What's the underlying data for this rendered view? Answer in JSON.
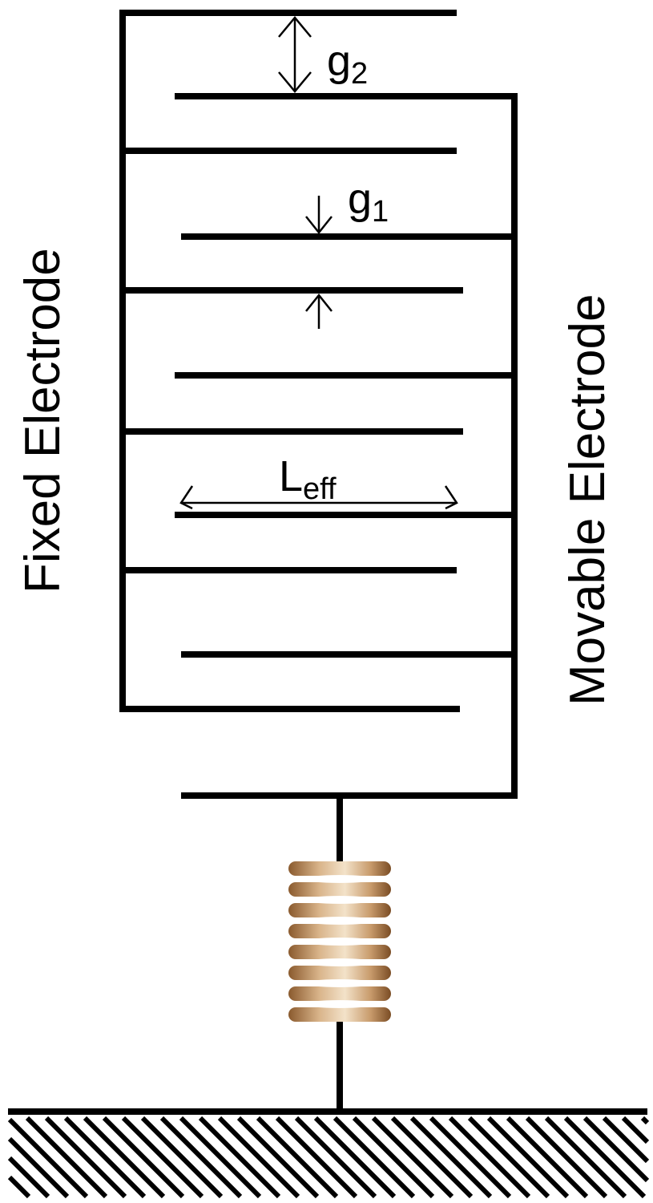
{
  "labels": {
    "fixed_electrode": "Fixed Electrode",
    "movable_electrode": "Movable Electrode",
    "gap2_base": "g",
    "gap2_sub": "2",
    "gap1_base": "g",
    "gap1_sub": "1",
    "length_base": "L",
    "length_sub": "eff"
  },
  "colors": {
    "line": "#000000",
    "spring_light": "#f1dcc0",
    "spring_mid": "#c89b6c",
    "spring_dark": "#8a5a2e"
  },
  "icons": {
    "spring": "coil-spring-icon",
    "ground": "hatched-ground-icon"
  }
}
